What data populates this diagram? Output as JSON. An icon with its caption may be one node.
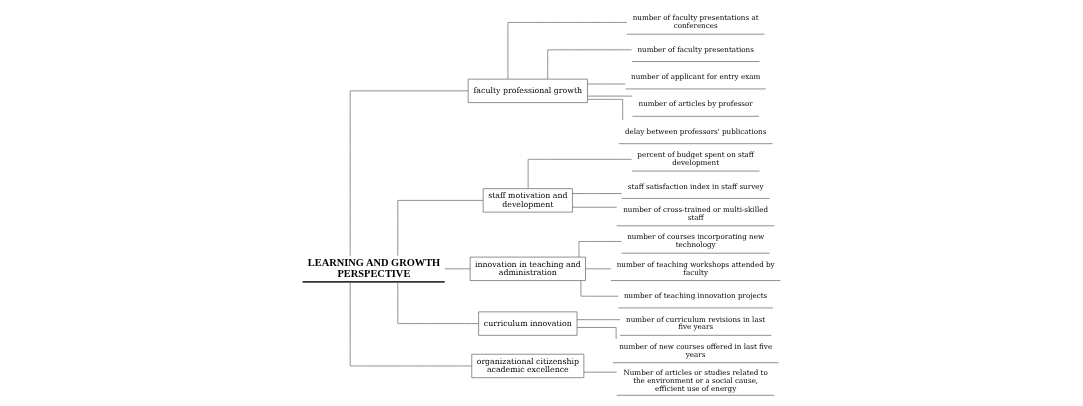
{
  "diagram": {
    "nodes": [
      {
        "text": [
          "LEARNING AND GROWTH PERSPECTIVE"
        ]
      },
      {
        "text": [
          "faculty professional growth"
        ]
      },
      {
        "text": [
          "number of faculty presentations at conferences"
        ]
      },
      {
        "text": [
          "number of faculty presentations"
        ]
      },
      {
        "text": [
          "number of applicant for entry exam"
        ]
      },
      {
        "text": [
          "number of articles by professor"
        ]
      },
      {
        "text": [
          "delay between professors' publications"
        ]
      },
      {
        "text": [
          "staff motivation and development"
        ]
      },
      {
        "text": [
          "percent of budget spent on staff development"
        ]
      },
      {
        "text": [
          "staff satisfaction index in staff survey"
        ]
      },
      {
        "text": [
          "number of cross-trained or multi-skilled staff"
        ]
      },
      {
        "text": [
          "innovation in teaching and administration"
        ]
      },
      {
        "text": [
          "number of courses incorporating new technology"
        ]
      },
      {
        "text": [
          "number of teaching workshops attended by faculty"
        ]
      },
      {
        "text": [
          "number of teaching innovation projects"
        ]
      },
      {
        "text": [
          "curriculum innovation"
        ]
      },
      {
        "text": [
          "number of curriculum revisions in last five years"
        ]
      },
      {
        "text": [
          "number of new courses offered in last five years"
        ]
      },
      {
        "text": [
          "organizational citizenship academic excellence"
        ]
      },
      {
        "text": [
          "Number of articles or studies related to the environment or a social cause, efficient use of energy"
        ]
      }
    ],
    "edges": [
      {
        "from": 0,
        "to": 1,
        "arrow": "none"
      },
      {
        "from": 1,
        "to": 2,
        "arrow": "none"
      },
      {
        "from": 1,
        "to": 3,
        "arrow": "none"
      },
      {
        "from": 1,
        "to": 4,
        "arrow": "none"
      },
      {
        "from": 1,
        "to": 5,
        "arrow": "none"
      },
      {
        "from": 1,
        "to": 6,
        "arrow": "none"
      },
      {
        "from": 0,
        "to": 7,
        "arrow": "none"
      },
      {
        "from": 7,
        "to": 8,
        "arrow": "none"
      },
      {
        "from": 7,
        "to": 9,
        "arrow": "none"
      },
      {
        "from": 7,
        "to": 10,
        "arrow": "none"
      },
      {
        "from": 0,
        "to": 11,
        "arrow": "none"
      },
      {
        "from": 11,
        "to": 12,
        "arrow": "none"
      },
      {
        "from": 11,
        "to": 13,
        "arrow": "none"
      },
      {
        "from": 11,
        "to": 14,
        "arrow": "none"
      },
      {
        "from": 0,
        "to": 15,
        "arrow": "none"
      },
      {
        "from": 15,
        "to": 16,
        "arrow": "none"
      },
      {
        "from": 15,
        "to": 17,
        "arrow": "none"
      },
      {
        "from": 0,
        "to": 18,
        "arrow": "none"
      },
      {
        "from": 18,
        "to": 19,
        "arrow": "none"
      }
    ]
  }
}
